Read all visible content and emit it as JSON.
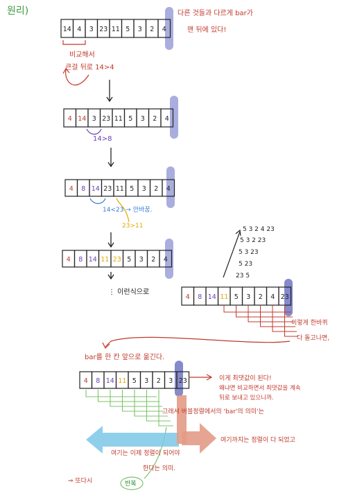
{
  "heading": "원리)",
  "colors": {
    "ink": "#222222",
    "red": "#c0392b",
    "purple": "#6a3fb5",
    "yellow": "#e0a800",
    "blue": "#3a7bd5",
    "bar": "#9aa0d8",
    "bar_dark": "#6f76c2",
    "green": "#7cc36a",
    "cyan": "#7cc7e6",
    "salmon": "#e39b86"
  },
  "rows": [
    {
      "cells": [
        "14",
        "4",
        "3",
        "23",
        "11",
        "5",
        "3",
        "2",
        "4"
      ]
    },
    {
      "cells": [
        "4",
        "14",
        "3",
        "23",
        "11",
        "5",
        "3",
        "2",
        "4"
      ]
    },
    {
      "cells": [
        "4",
        "8",
        "14",
        "23",
        "11",
        "5",
        "3",
        "2",
        "4"
      ]
    },
    {
      "cells": [
        "4",
        "8",
        "14",
        "11",
        "23",
        "5",
        "3",
        "2",
        "4"
      ]
    },
    {
      "cells": [
        "4",
        "8",
        "14",
        "11",
        "5",
        "3",
        "2",
        "4",
        "23"
      ]
    },
    {
      "cells": [
        "4",
        "8",
        "14",
        "11",
        "5",
        "3",
        "2",
        "3",
        "23"
      ]
    }
  ],
  "notes": {
    "top_right_1": "다른 것들과 다르게 bar가",
    "top_right_2": "맨 뒤에 있다!",
    "compare": "비교해서",
    "big_back": "큰걸 뒤로  14>4",
    "cmp_14_8": "14>8",
    "cmp_14_23": "14<23 → 안바꿈.",
    "cmp_23_11": "23>11",
    "this_way": "⋮  이런식으로",
    "tri_1": "5  3   2   4  23",
    "tri_2": "5   3   2   23",
    "tri_3": "5   3  23",
    "tri_4": "5  23",
    "tri_5": "23 5",
    "once_1": "이렇게 한바퀴",
    "once_2": "다 돌고나면,",
    "bar_move": "bar를 한 칸 앞으로 옮긴다.",
    "max_1": "이게 최댓값이 된다!",
    "max_2": "왜냐면 비교하면서 최댓값을 계속",
    "max_3": "뒤로 보내고 있으니까.",
    "meaning": "그래서 버블정렬에서의 'bar'의 의미'는",
    "sorted_right": "여기까지는 정렬이 다 되었고",
    "left_1": "여기는 이제 정렬이 되어야",
    "left_2": "한다는 의미.",
    "again": "⇒ 또다시",
    "again_tag": "반복"
  }
}
